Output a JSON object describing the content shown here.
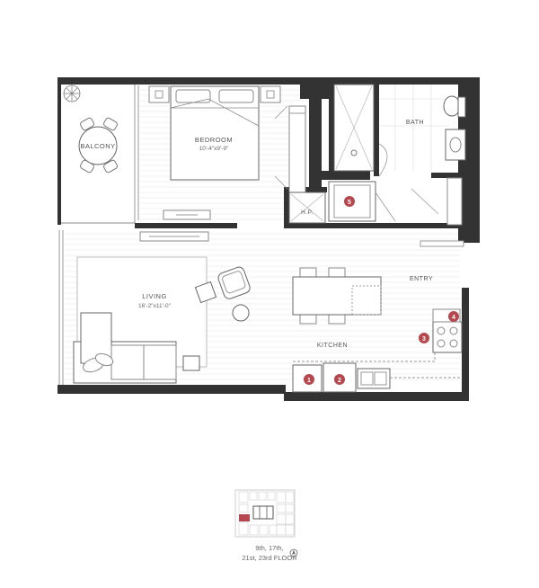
{
  "rooms": {
    "balcony": "BALCONY",
    "bedroom": "BEDROOM",
    "bedroom_dims": "10'-4\"x9'-9\"",
    "bath": "BATH",
    "hp": "H.P.",
    "entry": "ENTRY",
    "living": "LIVING",
    "living_dims": "16'-2\"x11'-0\"",
    "kitchen": "KITCHEN"
  },
  "markers": [
    "1",
    "2",
    "3",
    "4",
    "5"
  ],
  "floors": {
    "line1": "9th, 17th,",
    "line2": "21st, 23rd FLOOR"
  },
  "colors": {
    "wall": "#333333",
    "marker": "#b5484f",
    "highlight": "#b5484f",
    "line": "#777777"
  },
  "icons": [
    "plant-icon",
    "north-arrow-icon"
  ]
}
